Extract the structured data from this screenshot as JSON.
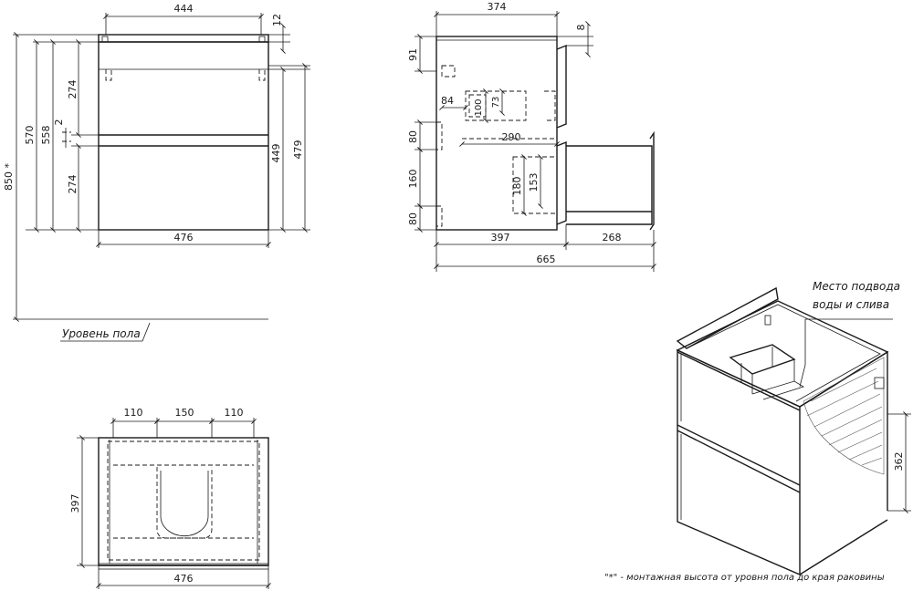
{
  "front_view": {
    "width_top": "444",
    "top_thickness": "12",
    "overall_height": "850 *",
    "height_570": "570",
    "height_558": "558",
    "drawer_top_height": "274",
    "gap": "2",
    "drawer_bottom_height": "274",
    "height_449": "449",
    "height_479": "479",
    "width_bottom": "476",
    "floor_level": "Уровень пола"
  },
  "side_view": {
    "depth_top": "374",
    "offset_8": "8",
    "dim_91": "91",
    "dim_84": "84",
    "dim_100": "100",
    "dim_73": "73",
    "dim_80_upper": "80",
    "dim_290": "290",
    "dim_160": "160",
    "dim_180": "180",
    "dim_153": "153",
    "dim_80_lower": "80",
    "depth_397": "397",
    "drawer_ext_268": "268",
    "total_665": "665"
  },
  "top_view": {
    "dim_110_left": "110",
    "dim_150": "150",
    "dim_110_right": "110",
    "depth_397": "397",
    "width_476": "476"
  },
  "iso_view": {
    "label_line1": "Место подвода",
    "label_line2": "воды и слива",
    "height_362": "362",
    "footnote": "\"*\" - монтажная высота от уровня пола до края раковины"
  }
}
